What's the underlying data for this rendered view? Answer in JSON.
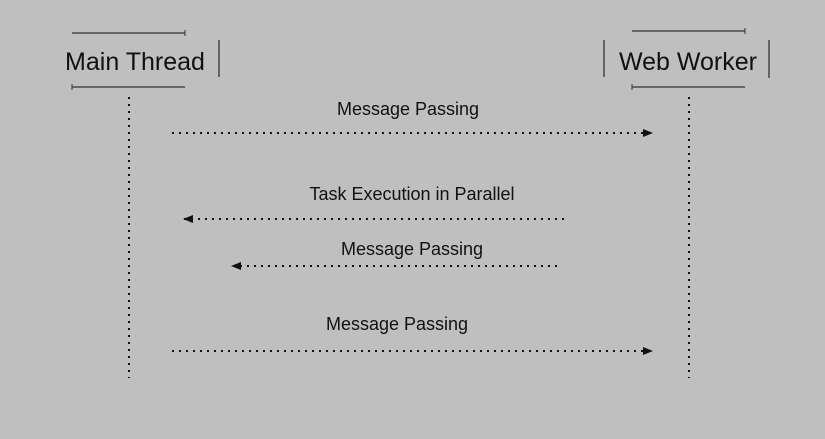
{
  "participants": {
    "main": "Main Thread",
    "worker": "Web Worker"
  },
  "messages": [
    {
      "label": "Message Passing",
      "direction": "to-worker"
    },
    {
      "label": "Task Execution in Parallel",
      "direction": "to-main"
    },
    {
      "label": "Message Passing",
      "direction": "to-main"
    },
    {
      "label": "Message Passing",
      "direction": "to-worker"
    }
  ],
  "colors": {
    "background": "#bfbfbf",
    "line": "#111111"
  }
}
